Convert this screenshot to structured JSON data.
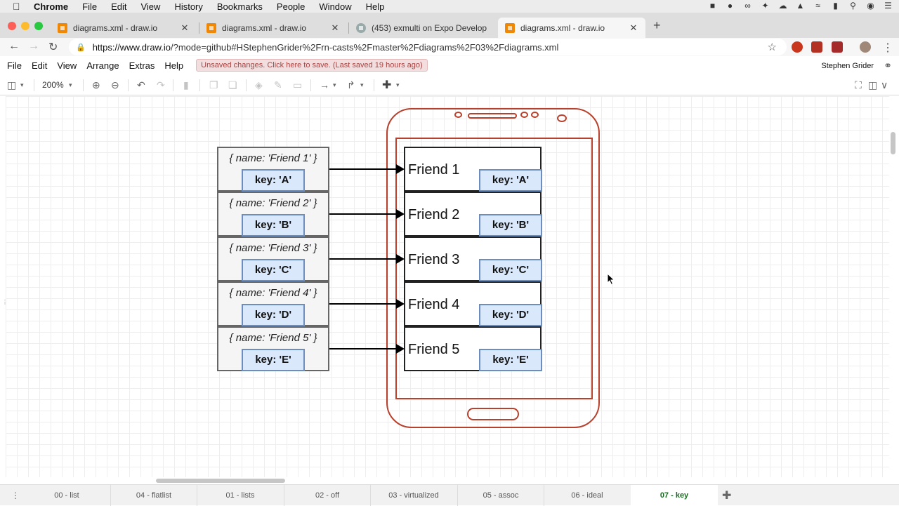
{
  "macos_menubar": {
    "app": "Chrome",
    "items": [
      "File",
      "Edit",
      "View",
      "History",
      "Bookmarks",
      "People",
      "Window",
      "Help"
    ]
  },
  "browser_tabs": [
    {
      "title": "diagrams.xml - draw.io",
      "active": false
    },
    {
      "title": "diagrams.xml - draw.io",
      "active": false
    },
    {
      "title": "(453) exmulti on Expo Develop",
      "active": false
    },
    {
      "title": "diagrams.xml - draw.io",
      "active": true
    }
  ],
  "address": {
    "host": "https://www.draw.io",
    "path": "/?mode=github#HStephenGrider%2Frn-casts%2Fmaster%2Fdiagrams%2F03%2Fdiagrams.xml"
  },
  "app_menu": {
    "items": [
      "File",
      "Edit",
      "View",
      "Arrange",
      "Extras",
      "Help"
    ],
    "unsaved_notice": "Unsaved changes. Click here to save. (Last saved 19 hours ago)",
    "user": "Stephen Grider"
  },
  "toolbar": {
    "zoom": "200%"
  },
  "diagram": {
    "objects": [
      {
        "name": "{ name: 'Friend 1' }",
        "key": "key: 'A'"
      },
      {
        "name": "{ name: 'Friend 2' }",
        "key": "key: 'B'"
      },
      {
        "name": "{ name: 'Friend 3' }",
        "key": "key: 'C'"
      },
      {
        "name": "{ name: 'Friend 4' }",
        "key": "key: 'D'"
      },
      {
        "name": "{ name: 'Friend 5' }",
        "key": "key: 'E'"
      }
    ],
    "rows": [
      {
        "label": "Friend 1",
        "key": "key: 'A'"
      },
      {
        "label": "Friend 2",
        "key": "key: 'B'"
      },
      {
        "label": "Friend 3",
        "key": "key: 'C'"
      },
      {
        "label": "Friend 4",
        "key": "key: 'D'"
      },
      {
        "label": "Friend 5",
        "key": "key: 'E'"
      }
    ],
    "colors": {
      "phone_outline": "#b7412c",
      "key_fill": "#dae8fc",
      "key_stroke": "#6c8ebf",
      "object_fill": "#f5f5f5"
    }
  },
  "page_tabs": [
    {
      "label": "00 - list",
      "active": false
    },
    {
      "label": "04 - flatlist",
      "active": false
    },
    {
      "label": "01 - lists",
      "active": false
    },
    {
      "label": "02 - off",
      "active": false
    },
    {
      "label": "03 - virtualized",
      "active": false
    },
    {
      "label": "05 - assoc",
      "active": false
    },
    {
      "label": "06 - ideal",
      "active": false
    },
    {
      "label": "07 - key",
      "active": true
    }
  ]
}
